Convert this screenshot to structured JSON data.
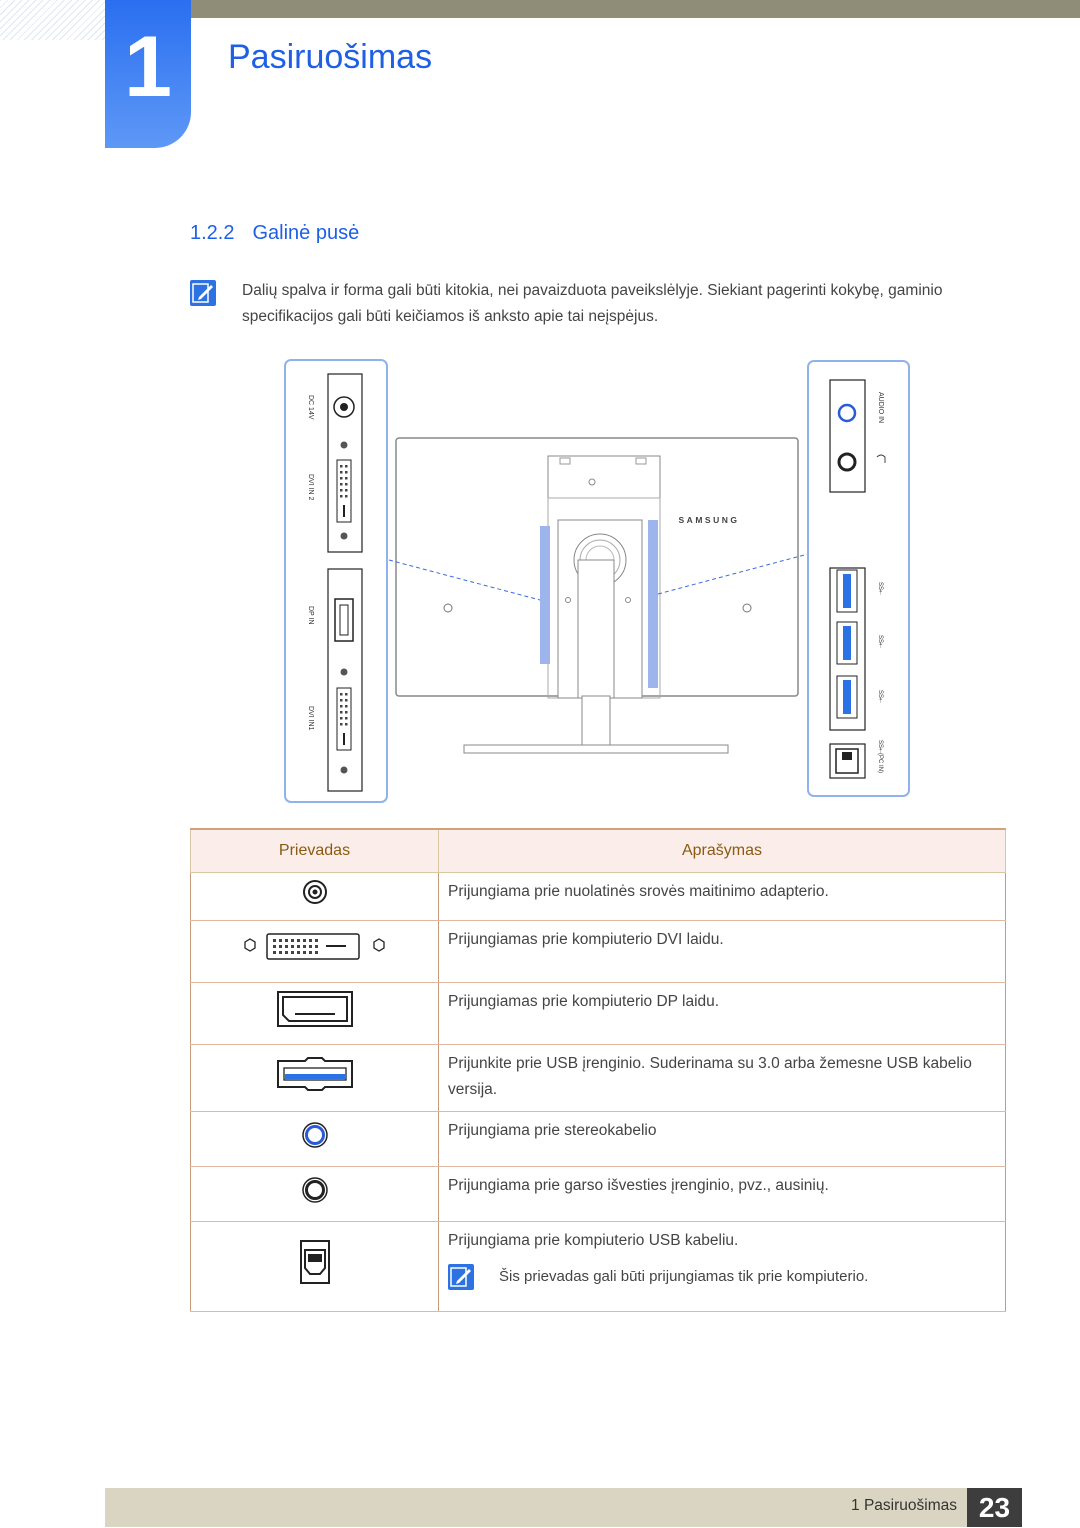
{
  "chapter": {
    "number": "1",
    "title": "Pasiruošimas"
  },
  "section": {
    "number": "1.2.2",
    "title": "Galinė pusė"
  },
  "note": "Dalių spalva ir forma gali būti kitokia, nei pavaizduota paveikslėlyje. Siekiant pagerinti kokybę, gaminio specifikacijos gali būti keičiamos iš anksto apie tai neįspėjus.",
  "figure": {
    "brand": "SAMSUNG",
    "left_panel_labels": [
      "DC 14V",
      "DVI IN 2",
      "DP IN",
      "DVI IN1"
    ],
    "right_panel_labels": [
      "AUDIO IN",
      "SS⇠",
      "SS⇠",
      "SS⇠",
      "SS⇠(PC IN)"
    ]
  },
  "table": {
    "headers": [
      "Prievadas",
      "Aprašymas"
    ],
    "rows": [
      {
        "icon": "dc-power-port-icon",
        "desc": "Prijungiama prie nuolatinės srovės maitinimo adapterio."
      },
      {
        "icon": "dvi-port-icon",
        "desc": "Prijungiamas prie kompiuterio DVI laidu."
      },
      {
        "icon": "displayport-icon",
        "desc": "Prijungiamas prie kompiuterio DP laidu."
      },
      {
        "icon": "usb3-port-icon",
        "desc": "Prijunkite prie USB įrenginio. Suderinama su 3.0 arba žemesne USB kabelio versija."
      },
      {
        "icon": "audio-in-port-icon",
        "desc": "Prijungiama prie stereokabelio"
      },
      {
        "icon": "headphone-port-icon",
        "desc": "Prijungiama prie garso išvesties įrenginio, pvz., ausinių."
      },
      {
        "icon": "usb-upstream-port-icon",
        "desc": "Prijungiama prie kompiuterio USB kabeliu.",
        "note": "Šis prievadas gali būti prijungiamas tik prie kompiuterio."
      }
    ]
  },
  "footer": {
    "label": "1 Pasiruošimas",
    "page": "23"
  }
}
